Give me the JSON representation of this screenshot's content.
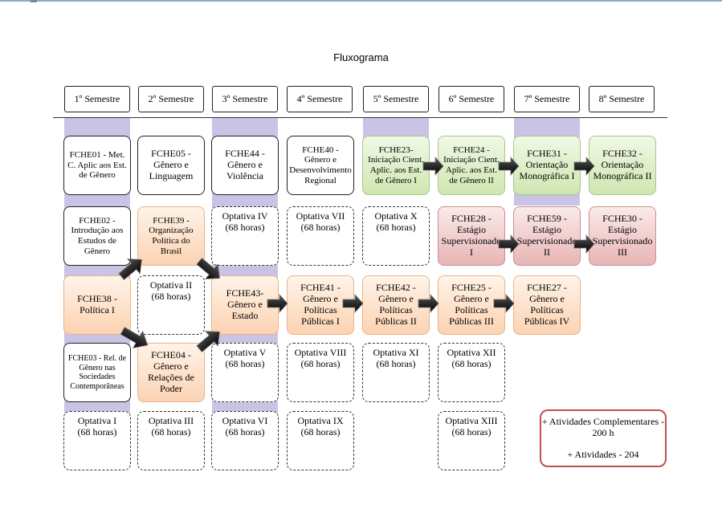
{
  "title": "Fluxograma",
  "semesters": [
    "1º Semestre",
    "2º Semestre",
    "3º Semestre",
    "4º Semestre",
    "5º Semestre",
    "6º Semestre",
    "7º Semestre",
    "8º Semestre"
  ],
  "courses": {
    "fche01": "FCHE01 - Met. C. Aplic aos Est. de Gênero",
    "fche05": "FCHE05 - Gênero e Linguagem",
    "fche44": "FCHE44 - Gênero e Violência",
    "fche40": "FCHE40 - Gênero e Desenvolvimento Regional",
    "fche23": "FCHE23- Iniciação Cient. Aplic. aos Est. de Gênero I",
    "fche24": "FCHE24 - Iniciação Cient. Aplic. aos Est. de Gênero II",
    "fche31": "FCHE31 - Orientação Monográfica I",
    "fche32": "FCHE32 - Orientação Monográfica II",
    "fche02": "FCHE02 - Introdução aos Estudos de Gênero",
    "fche39": "FCHE39 - Organização Política do Brasil",
    "fche28": "FCHE28 - Estágio Supervisionado I",
    "fche59": "FCHE59 - Estágio Supervisionado II",
    "fche30": "FCHE30 - Estágio Supervisionado III",
    "fche38": "FCHE38 - Política I",
    "fche43": "FCHE43- Gênero e Estado",
    "fche41": "FCHE41 - Gênero e Políticas Públicas I",
    "fche42": "FCHE42 - Gênero e Políticas Públicas II",
    "fche25": "FCHE25 - Gênero e Políticas Públicas III",
    "fche27": "FCHE27 - Gênero e Políticas Públicas IV",
    "fche03": "FCHE03 - Rel. de Gênero nas Sociedades Contemporâneas",
    "fche04": "FCHE04 - Gênero e Relações de Poder"
  },
  "optativas": {
    "i": "Optativa I",
    "ii": "Optativa II",
    "iii": "Optativa III",
    "iv": "Optativa IV",
    "v": "Optativa V",
    "vi": "Optativa VI",
    "vii": "Optativa VII",
    "viii": "Optativa VIII",
    "ix": "Optativa IX",
    "x": "Optativa X",
    "xi": "Optativa XI",
    "xii": "Optativa XII",
    "xiii": "Optativa XIII",
    "hours": "(68 horas)"
  },
  "extras": {
    "complementares": "+ Atividades Complementares - 200 h",
    "atividades": "+ Atividades - 204"
  }
}
